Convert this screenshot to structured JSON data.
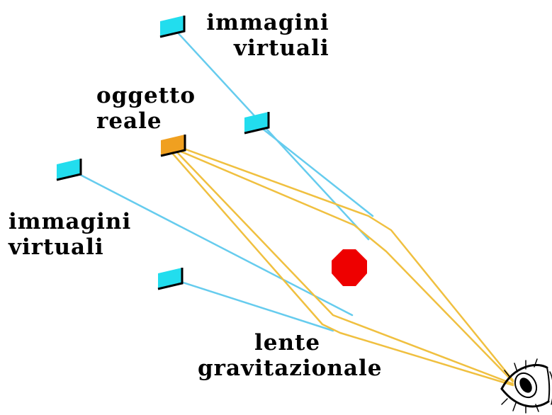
{
  "labels": {
    "virtual_images_top": [
      "immagini",
      "virtuali"
    ],
    "real_object": [
      "oggetto",
      "reale"
    ],
    "virtual_images_left": [
      "immagini",
      "virtuali"
    ],
    "lens": [
      "lente",
      "gravitazionale"
    ]
  },
  "colors": {
    "virtual_image": "#22DDEE",
    "real_object": "#F0A020",
    "virtual_ray": "#66CCEE",
    "real_ray": "#F0C040",
    "lens": "#EE0000",
    "outline": "#000000"
  }
}
